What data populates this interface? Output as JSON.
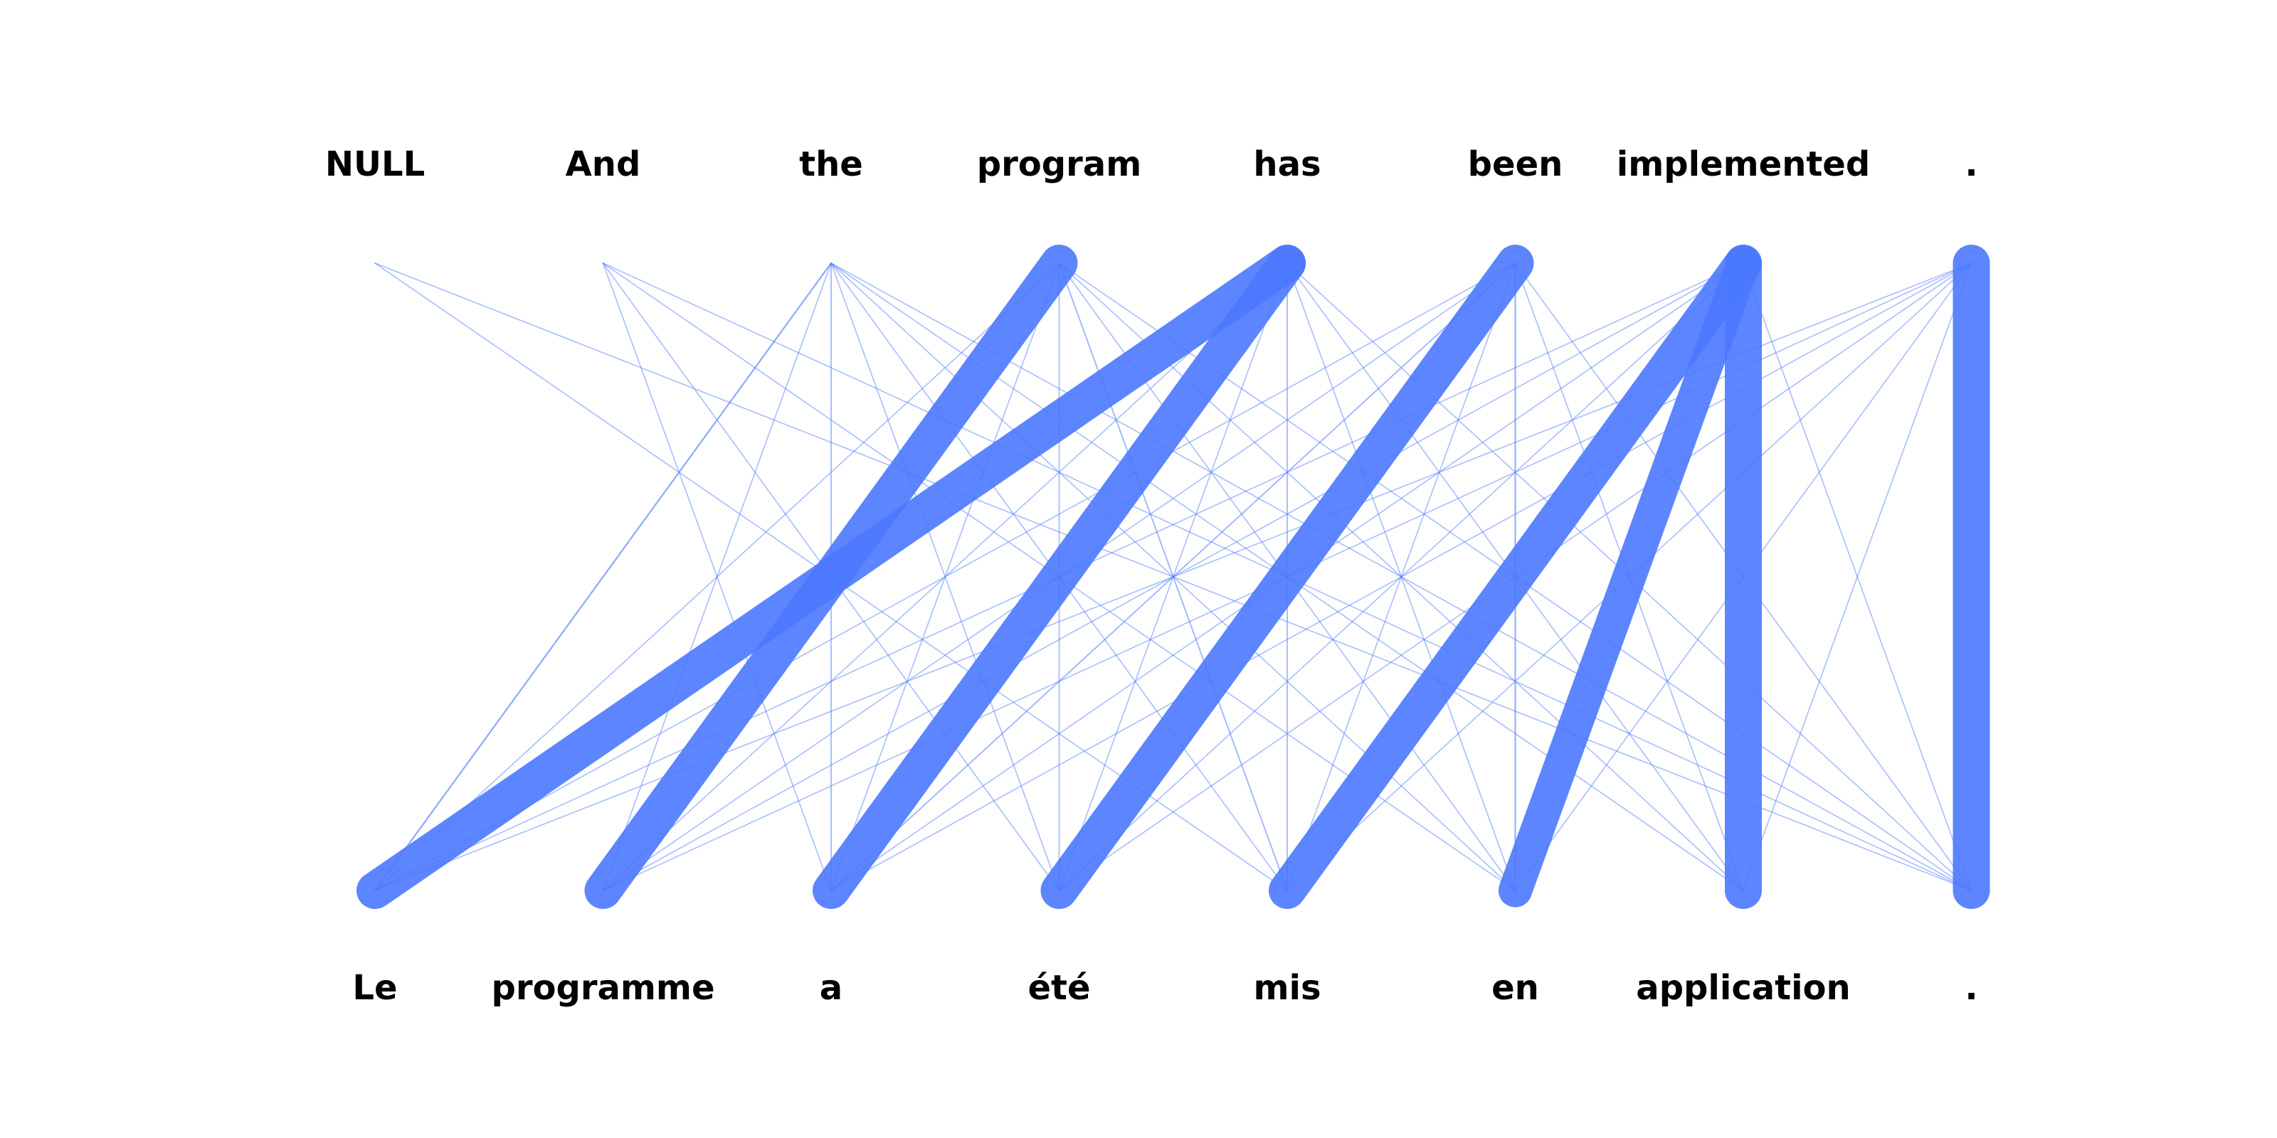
{
  "diagram": {
    "type": "word-alignment",
    "line_color": "#4a78ff",
    "source_words": [
      "NULL",
      "And",
      "the",
      "program",
      "has",
      "been",
      "implemented",
      "."
    ],
    "target_words": [
      "Le",
      "programme",
      "a",
      "été",
      "mis",
      "en",
      "application",
      "."
    ],
    "alignments": [
      {
        "source": 2,
        "target": 0,
        "weight": 0.12
      },
      {
        "source": 4,
        "target": 0,
        "weight": 1.0
      },
      {
        "source": 3,
        "target": 1,
        "weight": 1.0
      },
      {
        "source": 4,
        "target": 2,
        "weight": 1.0
      },
      {
        "source": 5,
        "target": 3,
        "weight": 1.0
      },
      {
        "source": 6,
        "target": 4,
        "weight": 1.0
      },
      {
        "source": 6,
        "target": 5,
        "weight": 0.9
      },
      {
        "source": 6,
        "target": 6,
        "weight": 1.0
      },
      {
        "source": 7,
        "target": 7,
        "weight": 1.0
      },
      {
        "source": 5,
        "target": 5,
        "weight": 0.1
      },
      {
        "source": 5,
        "target": 2,
        "weight": 0.06
      },
      {
        "source": 3,
        "target": 4,
        "weight": 0.06
      },
      {
        "source": 2,
        "target": 2,
        "weight": 0.05
      },
      {
        "source": 4,
        "target": 4,
        "weight": 0.05
      },
      {
        "source": 3,
        "target": 3,
        "weight": 0.04
      }
    ],
    "faint_weight": 0.02
  }
}
